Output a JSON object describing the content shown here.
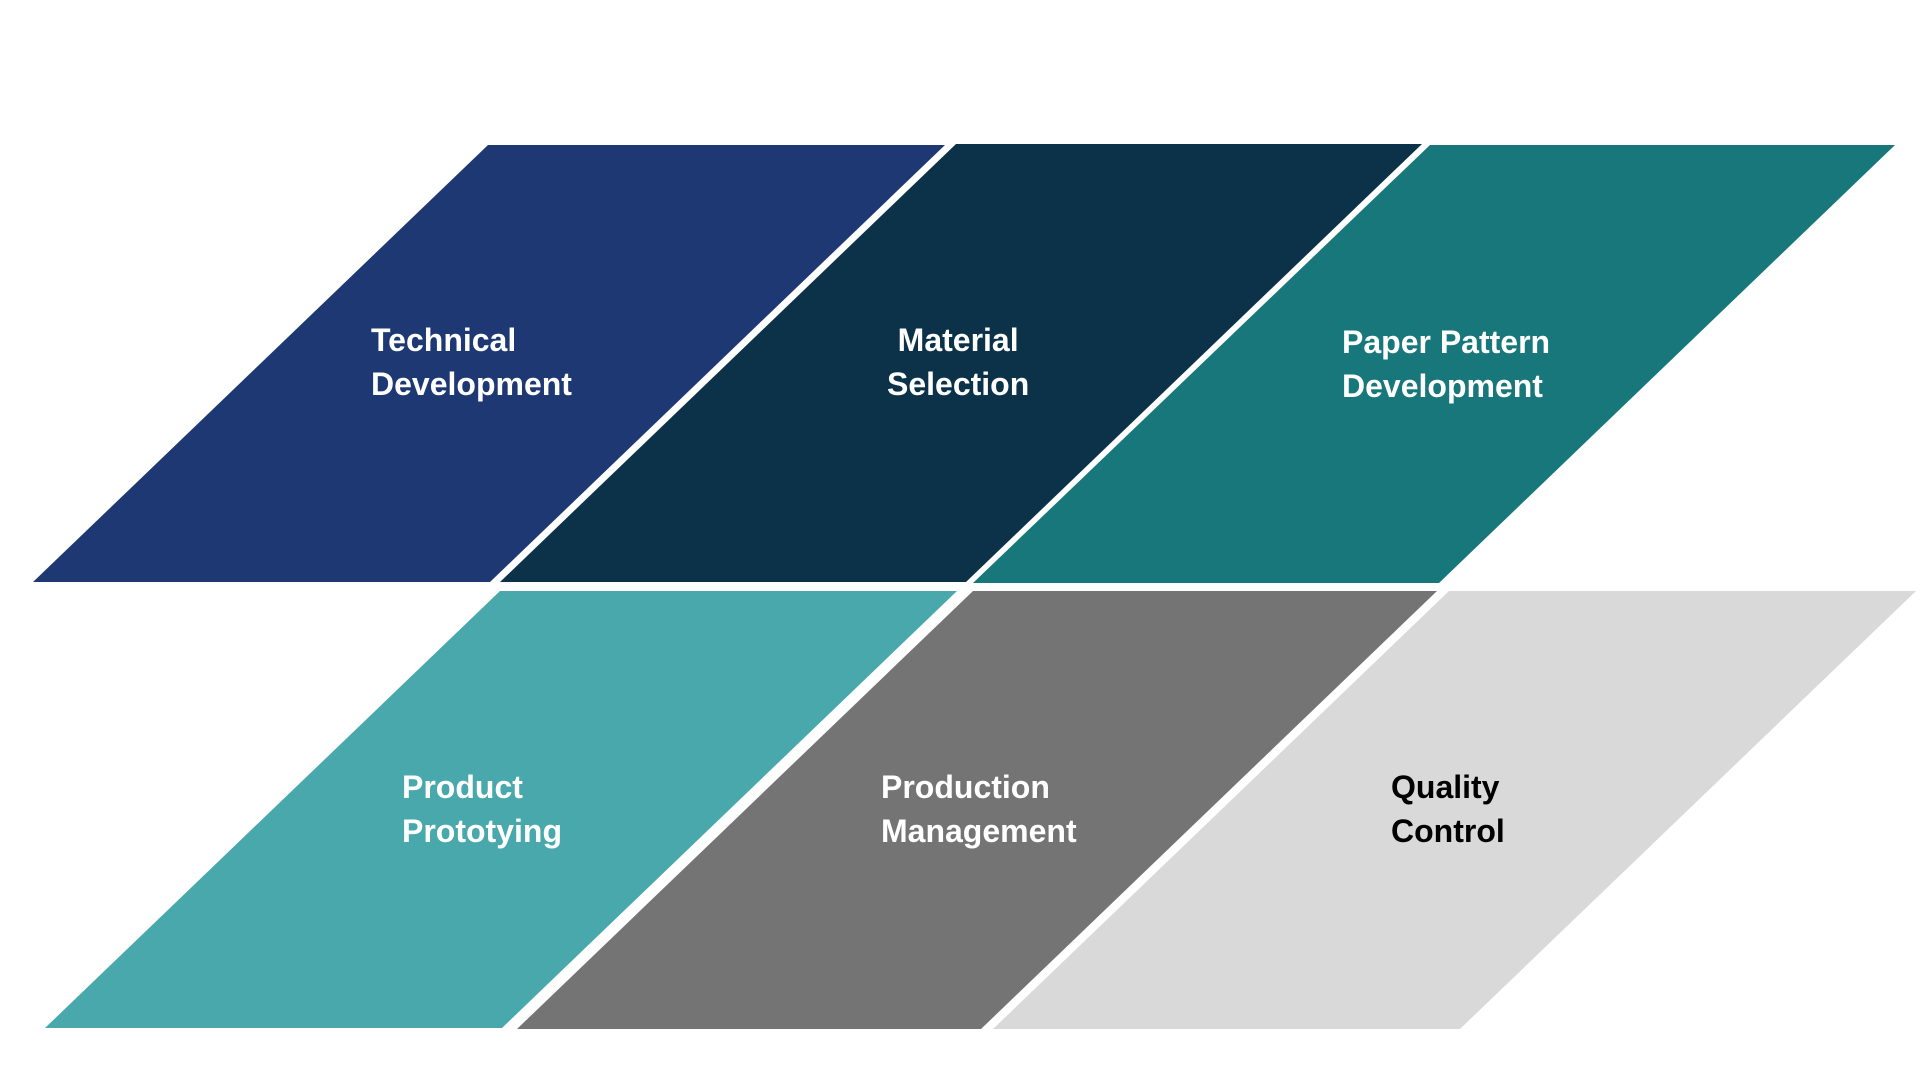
{
  "colors": {
    "background": "#ffffff",
    "technical_development": "#1d3873",
    "material_selection": "#0c324a",
    "paper_pattern_development": "#17777a",
    "product_prototyping": "#49a8ac",
    "production_management": "#747474",
    "quality_control": "#d9d9d9",
    "label_light": "#ffffff",
    "label_dark": "#000000"
  },
  "blocks": {
    "technical_development": {
      "line1": "Technical",
      "line2": "Development"
    },
    "material_selection": {
      "line1": "Material",
      "line2": "Selection"
    },
    "paper_pattern_development": {
      "line1": "Paper Pattern",
      "line2": "Development"
    },
    "product_prototyping": {
      "line1": "Product",
      "line2": "Prototying"
    },
    "production_management": {
      "line1": "Production",
      "line2": "Management"
    },
    "quality_control": {
      "line1": "Quality",
      "line2": "Control"
    }
  }
}
